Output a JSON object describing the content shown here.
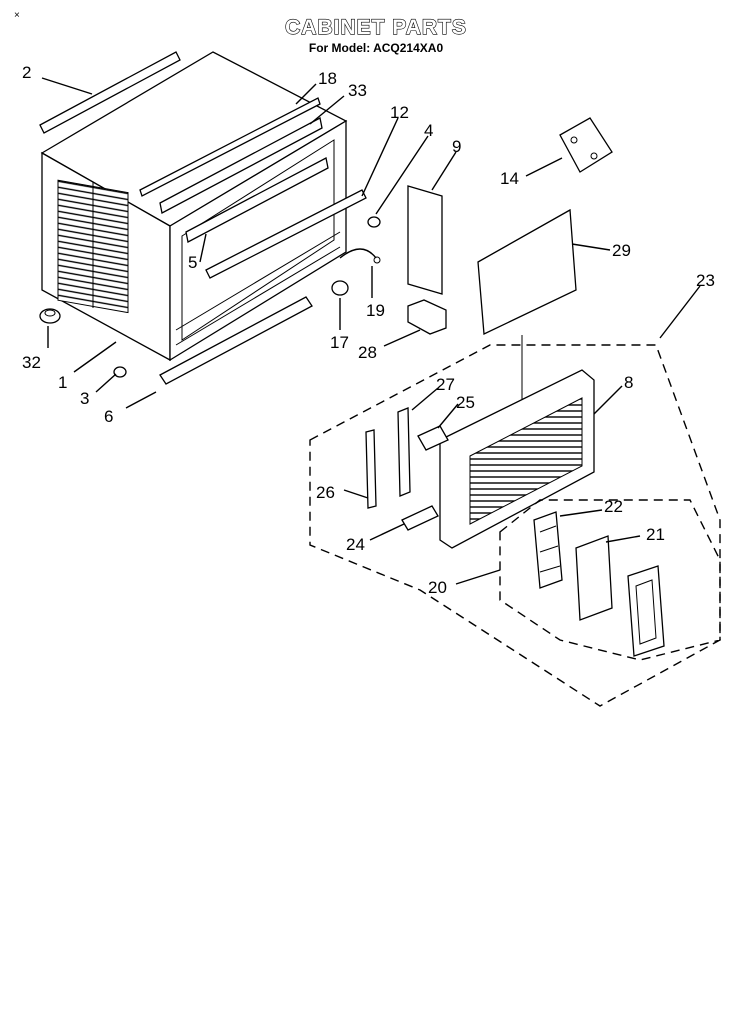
{
  "diagram": {
    "title": "CABINET PARTS",
    "subtitle": "For Model: ACQ214XA0",
    "corner_mark": "×",
    "callouts": [
      {
        "id": "2",
        "label": "2"
      },
      {
        "id": "18",
        "label": "18"
      },
      {
        "id": "33",
        "label": "33"
      },
      {
        "id": "12",
        "label": "12"
      },
      {
        "id": "4",
        "label": "4"
      },
      {
        "id": "9",
        "label": "9"
      },
      {
        "id": "14",
        "label": "14"
      },
      {
        "id": "29",
        "label": "29"
      },
      {
        "id": "23",
        "label": "23"
      },
      {
        "id": "5",
        "label": "5"
      },
      {
        "id": "19",
        "label": "19"
      },
      {
        "id": "17",
        "label": "17"
      },
      {
        "id": "28",
        "label": "28"
      },
      {
        "id": "32",
        "label": "32"
      },
      {
        "id": "1",
        "label": "1"
      },
      {
        "id": "3",
        "label": "3"
      },
      {
        "id": "6",
        "label": "6"
      },
      {
        "id": "27",
        "label": "27"
      },
      {
        "id": "25",
        "label": "25"
      },
      {
        "id": "8",
        "label": "8"
      },
      {
        "id": "26",
        "label": "26"
      },
      {
        "id": "22",
        "label": "22"
      },
      {
        "id": "21",
        "label": "21"
      },
      {
        "id": "24",
        "label": "24"
      },
      {
        "id": "20",
        "label": "20"
      }
    ]
  }
}
